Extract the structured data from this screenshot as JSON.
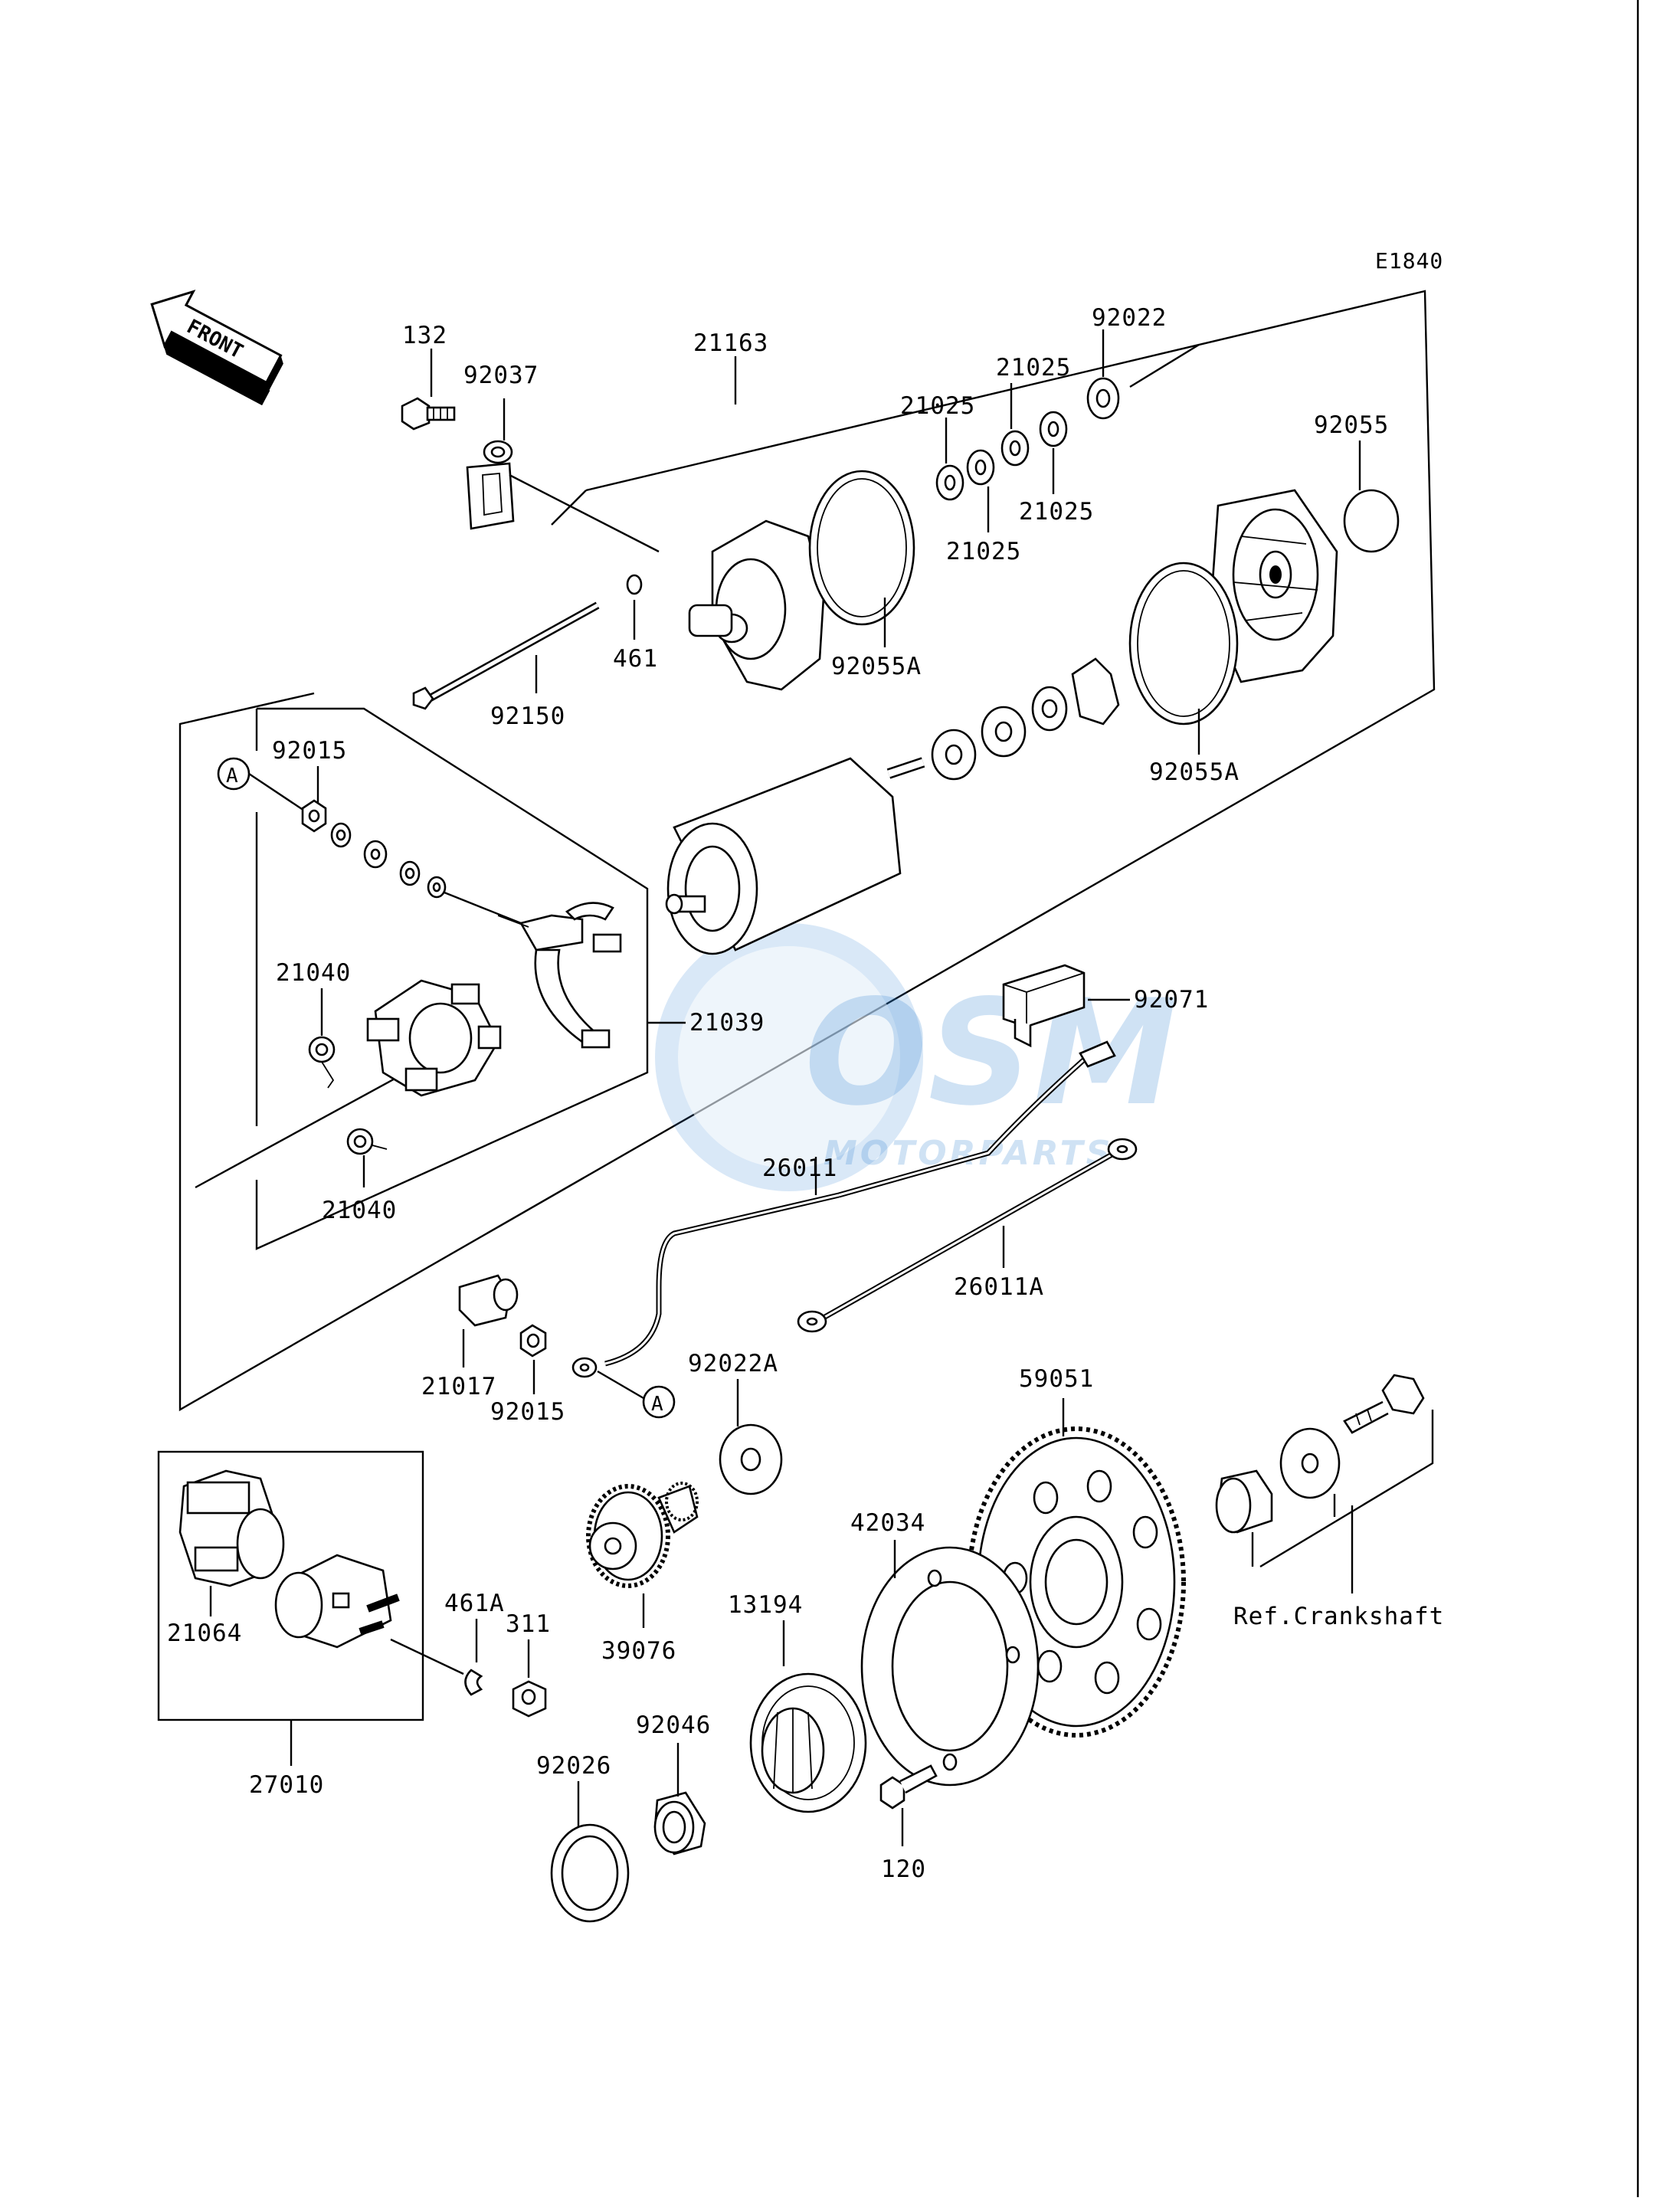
{
  "diagram": {
    "code": "E1840",
    "front_label": "FRONT",
    "ref_label": "Ref.Crankshaft",
    "callout_letter": "A",
    "watermark": {
      "brand": "OSM",
      "sub": "MOTORPARTS",
      "color": "#2a7fd0"
    },
    "parts": [
      "132",
      "92037",
      "21163",
      "92022",
      "21025",
      "21025",
      "21025",
      "21025",
      "92055",
      "461",
      "92150",
      "92055A",
      "92055A",
      "92015",
      "21040",
      "21039",
      "21040",
      "92071",
      "26011",
      "26011A",
      "21017",
      "92015",
      "92022A",
      "59051",
      "42034",
      "21064",
      "461A",
      "311",
      "39076",
      "13194",
      "92046",
      "92026",
      "120",
      "27010"
    ]
  }
}
